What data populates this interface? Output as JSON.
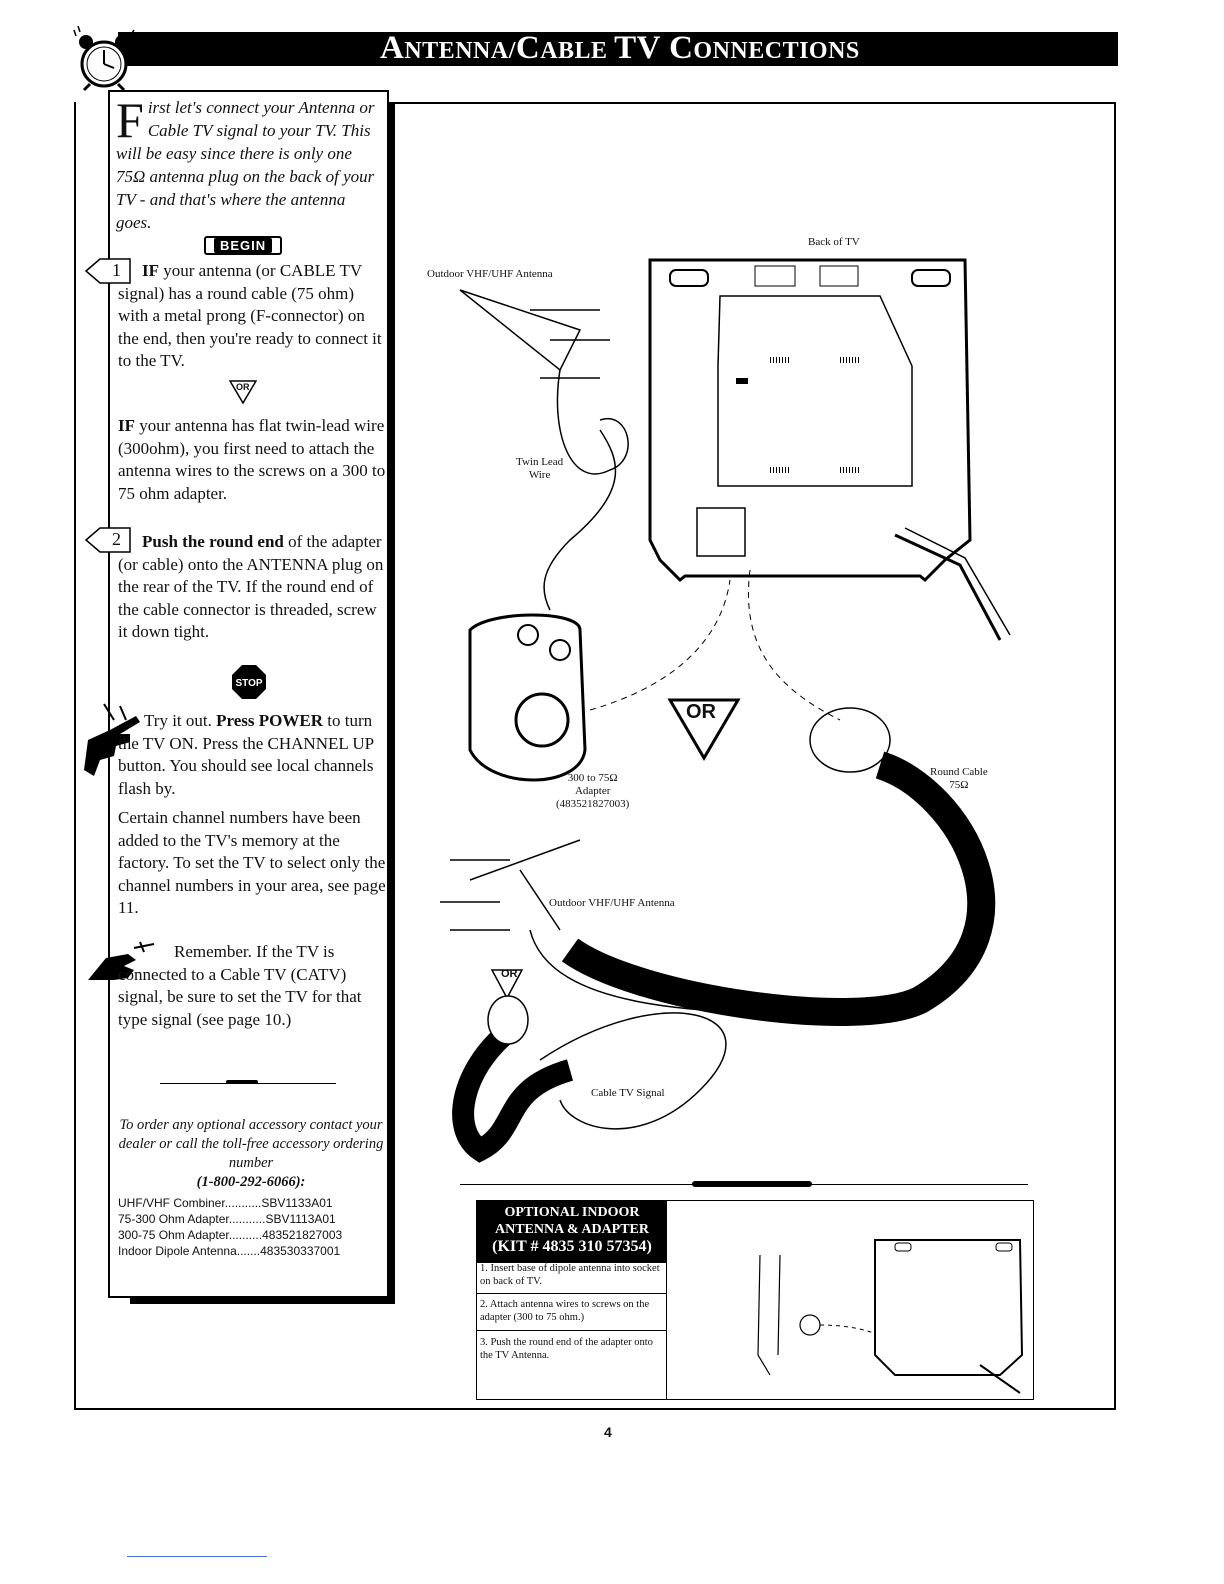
{
  "header": {
    "title_prefix": "A",
    "title_small1": "NTENNA/",
    "title_c": "C",
    "title_small2": "ABLE ",
    "title_tv": "TV ",
    "title_c2": "C",
    "title_small3": "ONNECTIONS"
  },
  "intro": {
    "drop_cap": "F",
    "text_line1": "irst let's connect your Antenna",
    "text_rest": "or Cable TV signal to your TV. This will be easy since there is only one 75Ω antenna plug on the back of your TV - and that's where the antenna goes."
  },
  "begin_badge": "BEGIN",
  "step1": {
    "number": "1",
    "lead": "IF",
    "text": " your antenna (or CABLE TV signal) has a round cable (75 ohm) with a metal prong (F-connector) on the end, then you're ready to connect it to the TV."
  },
  "or_small": "OR",
  "step1b": {
    "lead": "IF",
    "text": " your antenna has flat twin-lead wire (300ohm), you first need to attach the antenna wires to the screws on a 300 to 75 ohm adapter."
  },
  "step2": {
    "number": "2",
    "lead": "Push the round end",
    "text": " of the adapter (or cable) onto the ANTENNA plug on the rear of the TV.  If the round end of the cable connector is threaded, screw it down tight."
  },
  "stop_label": "STOP",
  "tryit": {
    "text1": "Try it out.  ",
    "bold": "Press POWER",
    "text2": " to turn the TV ON.  Press the CHANNEL UP button.  You should see local channels flash by.",
    "text3": "Certain channel numbers have been added to the TV's memory at the factory.  To set the TV to select only the channel numbers in your area, see page 11."
  },
  "remember": {
    "text": "Remember.  If the TV is connected to a Cable TV (CATV) signal, be sure to set the TV for that type signal (see page 10.)"
  },
  "order": {
    "line": "To order any optional accessory contact your dealer or call the toll-free accessory ordering number",
    "phone": "(1-800-292-6066):",
    "parts": [
      {
        "name": "UHF/VHF Combiner",
        "dots": "...........",
        "code": "SBV1133A01"
      },
      {
        "name": "75-300 Ohm Adapter",
        "dots": "...........",
        "code": "SBV1113A01"
      },
      {
        "name": "300-75 Ohm Adapter",
        "dots": "..........",
        "code": "483521827003"
      },
      {
        "name": "Indoor Dipole Antenna",
        "dots": ".......",
        "code": "483530337001"
      }
    ]
  },
  "diagram": {
    "back_of_tv": "Back of TV",
    "outdoor_antenna_1": "Outdoor VHF/UHF Antenna",
    "twin_lead": "Twin Lead",
    "twin_lead_2": "Wire",
    "adapter_1": "300 to 75Ω",
    "adapter_2": "Adapter",
    "adapter_3": "(483521827003)",
    "or_big": "OR",
    "round_cable_1": "Round Cable",
    "round_cable_2": "75Ω",
    "outdoor_antenna_2": "Outdoor VHF/UHF Antenna",
    "or_small2": "OR",
    "cable_tv_signal": "Cable TV Signal"
  },
  "indoor": {
    "head1": "OPTIONAL INDOOR",
    "head2": "ANTENNA & ADAPTER",
    "kit": "(KIT # 4835 310 57354)",
    "steps": [
      {
        "num": "1.",
        "text": "Insert base of dipole antenna into socket on back of TV."
      },
      {
        "num": "2.",
        "text": "Attach antenna wires to screws on the adapter (300 to 75 ohm.)"
      },
      {
        "num": "3.",
        "text": "Push the round end of the adapter onto the TV Antenna."
      }
    ]
  },
  "page_number": "4"
}
